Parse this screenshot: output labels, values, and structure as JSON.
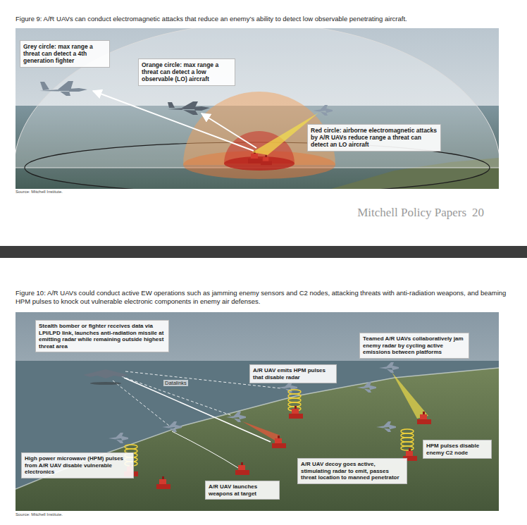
{
  "diagram": {
    "nodes": [
      {
        "text": [
          "Grey circle: max range a threat can detect a 4th generation fighter"
        ]
      },
      {
        "text": [
          "Orange circle: max range a threat can detect a low observable (LO) aircraft"
        ]
      },
      {
        "text": [
          "Red circle: airborne electromagnetic attacks by A/R UAVs reduce range a threat can detect an LO aircraft"
        ]
      },
      {
        "text": [
          "Stealth bomber or fighter receives data via LPI/LPD link, launches anti-radiation missile at emitting radar while remaining outside highest threat area"
        ]
      },
      {
        "text": [
          "Teamed A/R UAVs collaboratively jam enemy radar by cycling active emissions between platforms"
        ]
      },
      {
        "text": [
          "A/R UAV emits HPM pulses that disable radar"
        ]
      },
      {
        "text": [
          "HPM pulses disable enemy C2 node"
        ]
      },
      {
        "text": [
          "High power microwave (HPM) pulses from A/R UAV disable vulnerable electronics"
        ]
      },
      {
        "text": [
          "A/R UAV decoy goes active, stimulating radar to emit, passes threat location to manned penetrator"
        ]
      },
      {
        "text": [
          "A/R UAV launches weapons at target"
        ]
      }
    ],
    "labels": [
      "Figure 9: A/R UAVs can conduct electromagnetic attacks that reduce an enemy’s ability to detect low observable penetrating aircraft.",
      "Source: Mitchell Institute.",
      "Mitchell Policy Papers",
      "20",
      "Figure 10: A/R UAVs could conduct active EW operations such as jamming enemy sensors and C2 nodes, attacking threats with anti-radiation weapons, and beaming HPM pulses to knock out vulnerable electronic components in enemy air defenses.",
      "Datalinks",
      "Source: Mitchell Institute."
    ]
  }
}
